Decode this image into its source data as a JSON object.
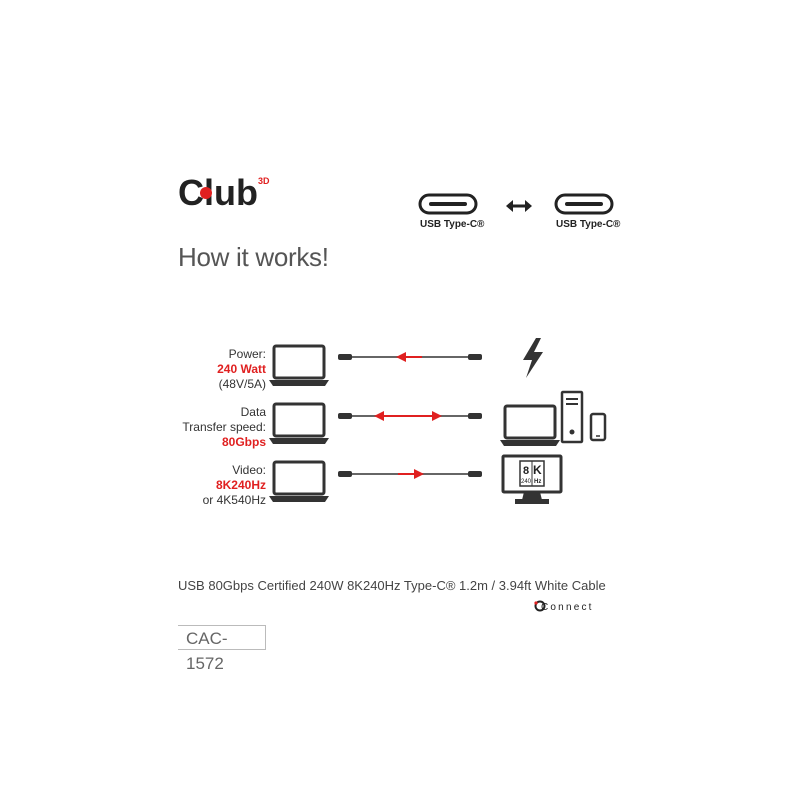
{
  "brand": {
    "logo_text": "Club",
    "logo_superscript": "3D",
    "sub_brand": "Connect"
  },
  "connectors": {
    "left_label": "USB Type-C®",
    "right_label": "USB Type-C®"
  },
  "headline": "How it works!",
  "rows": [
    {
      "lines": [
        {
          "text": "Power:",
          "red": false
        },
        {
          "text": "240 Watt",
          "red": true
        },
        {
          "text": "(48V/5A)",
          "red": false
        }
      ],
      "flow": "left"
    },
    {
      "lines": [
        {
          "text": "Data",
          "red": false
        },
        {
          "text": "Transfer speed:",
          "red": false
        },
        {
          "text": "80Gbps",
          "red": true
        }
      ],
      "flow": "both"
    },
    {
      "lines": [
        {
          "text": "Video:",
          "red": false
        },
        {
          "text": "8K240Hz",
          "red": true
        },
        {
          "text": "or 4K540Hz",
          "red": false
        }
      ],
      "flow": "right"
    }
  ],
  "monitor_badge": {
    "top": "8",
    "big": "K",
    "bottom": "240",
    "hz": "Hz"
  },
  "product_title": "USB 80Gbps Certified 240W 8K240Hz Type-C® 1.2m / 3.94ft White Cable",
  "sku": "CAC-1572",
  "colors": {
    "accent": "#e02020",
    "text": "#333333",
    "icon": "#3a3a3a"
  }
}
